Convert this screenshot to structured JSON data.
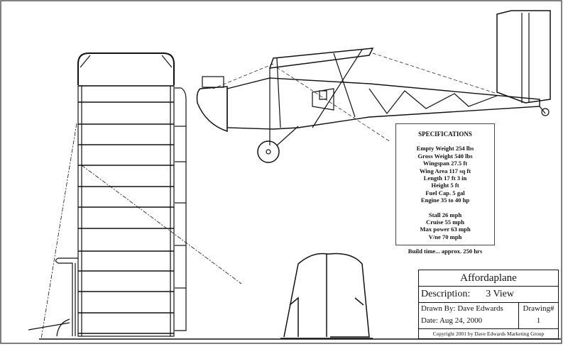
{
  "specifications": {
    "heading": "SPECIFICATIONS",
    "items": [
      "Empty Weight 254 lbs",
      "Gross Weight 540 lbs",
      "Wingspan 27.5 ft",
      "Wing Area 117 sq ft",
      "Length 17 ft 3 in",
      "Height 5 ft",
      "Fuel Cap. 5 gal",
      "Engine 35 to 40 hp"
    ],
    "performance": [
      "Stall 26 mph",
      "Cruise 55 mph",
      "Max power 63 mph",
      "V/ne 70 mph"
    ],
    "build_time": "Build time... approx. 250 hrs"
  },
  "title_block": {
    "title": "Affordaplane",
    "description_label": "Description:",
    "description_value": "3 View",
    "drawn_by": "Drawn By: Dave Edwards",
    "date": "Date: Aug 24, 2000",
    "drawing_label": "Drawing#",
    "drawing_number": "1",
    "copyright": "Copyright 2001 by Dave Edwards Marketing Group"
  }
}
